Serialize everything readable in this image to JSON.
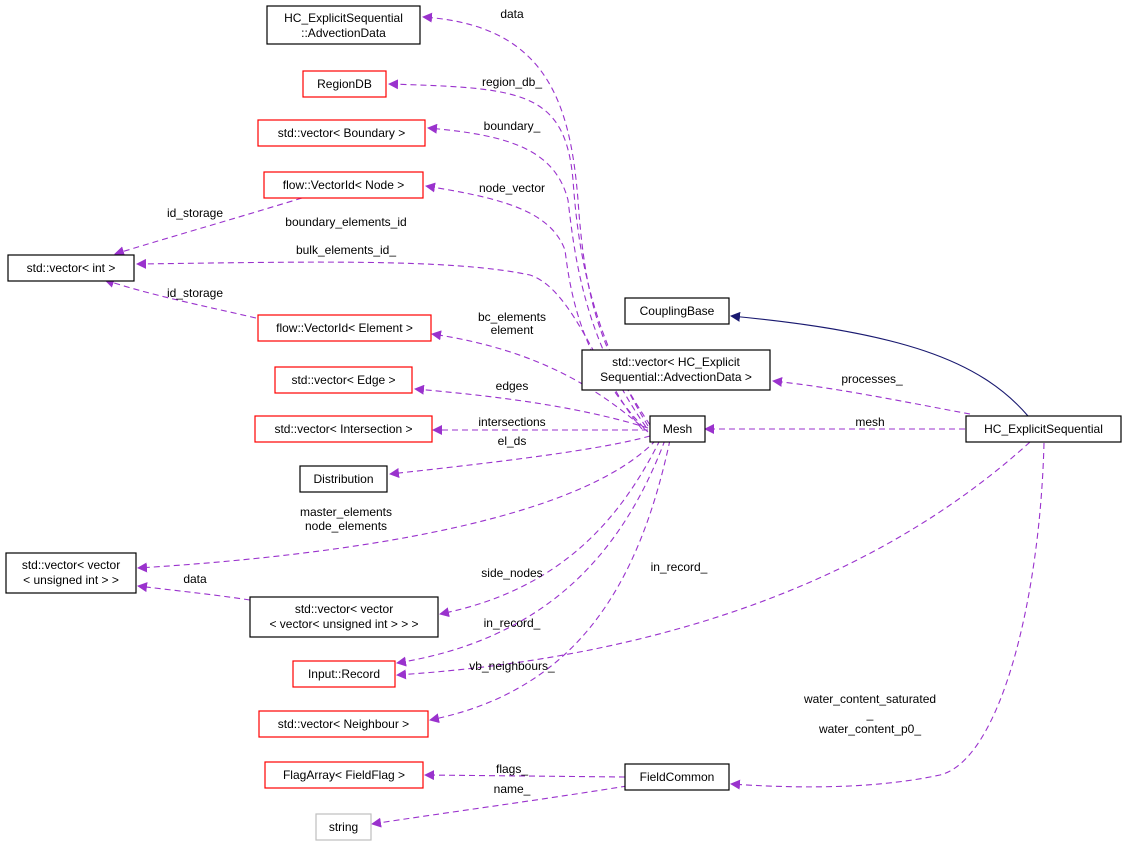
{
  "colors": {
    "node_red_border": "#ff0000",
    "node_black_border": "#000000",
    "node_gray_border": "#bfbfbf",
    "focus_fill": "#bfbfbf",
    "usage_edge": "#9a32cd",
    "inheritance_edge": "#191970"
  },
  "nodes": {
    "advection_data": [
      "HC_ExplicitSequential",
      "::AdvectionData"
    ],
    "region_db": [
      "RegionDB"
    ],
    "vec_boundary": [
      "std::vector< Boundary >"
    ],
    "vid_node": [
      "flow::VectorId< Node >"
    ],
    "vec_int": [
      "std::vector< int >"
    ],
    "vid_element": [
      "flow::VectorId< Element >"
    ],
    "vec_edge": [
      "std::vector< Edge >"
    ],
    "vec_intersection": [
      "std::vector< Intersection >"
    ],
    "distribution": [
      "Distribution"
    ],
    "vec_vec_uint": [
      "std::vector< vector",
      "< unsigned int > >"
    ],
    "vec_vec_vec_uint": [
      "std::vector< vector",
      "< vector< unsigned int > > >"
    ],
    "input_record": [
      "Input::Record"
    ],
    "vec_neighbour": [
      "std::vector< Neighbour >"
    ],
    "flagarray": [
      "FlagArray< FieldFlag >"
    ],
    "string": [
      "string"
    ],
    "coupling_base": [
      "CouplingBase"
    ],
    "vec_advection_data": [
      "std::vector< HC_Explicit",
      "Sequential::AdvectionData >"
    ],
    "mesh": [
      "Mesh"
    ],
    "field_common": [
      "FieldCommon"
    ],
    "hc_explicit": [
      "HC_ExplicitSequential"
    ]
  },
  "edge_labels": {
    "data_top": "data",
    "region_db": "region_db_",
    "boundary": "boundary_",
    "node_vector": "node_vector",
    "id_storage_top": "id_storage",
    "boundary_elements_id": "boundary_elements_id",
    "bulk_elements_id": "bulk_elements_id_",
    "id_storage_bottom": "id_storage",
    "bc_elements": "bc_elements",
    "element": "element",
    "edges": "edges",
    "intersections": "intersections",
    "el_ds": "el_ds",
    "master_elements": "master_elements",
    "node_elements": "node_elements",
    "data_bottom": "data",
    "side_nodes": "side_nodes",
    "in_record_mesh": "in_record_",
    "in_record_hc": "in_record_",
    "vb_neighbours": "vb_neighbours_",
    "processes": "processes_",
    "mesh": "mesh",
    "water_content_saturated": "water_content_saturated",
    "underscore": "_",
    "water_content_p0": "water_content_p0_",
    "flags": "flags_",
    "name": "name_"
  }
}
